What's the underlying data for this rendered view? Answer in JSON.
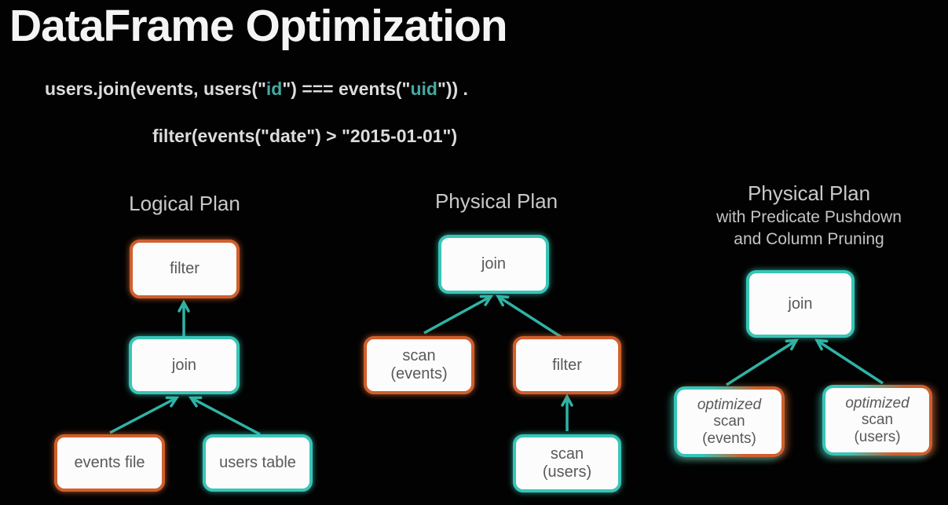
{
  "title": "DataFrame Optimization",
  "code": {
    "line1": {
      "s0": "users.join(events, users(\"",
      "s1": "id",
      "s2": "\") === events(\"",
      "s3": "uid",
      "s4": "\")) ."
    },
    "line2": "filter(events(\"date\") > \"2015-01-01\")"
  },
  "colors": {
    "accent_teal": "#38c5b7",
    "accent_orange": "#d05f2d",
    "arrow_teal": "#2fb3a6"
  },
  "logical_plan": {
    "heading": "Logical Plan",
    "filter": "filter",
    "join": "join",
    "events_file": "events file",
    "users_table": "users table"
  },
  "physical_plan": {
    "heading": "Physical Plan",
    "join": "join",
    "scan_events": {
      "l1": "scan",
      "l2": "(events)"
    },
    "filter": "filter",
    "scan_users": {
      "l1": "scan",
      "l2": "(users)"
    }
  },
  "optimized_plan": {
    "heading": "Physical Plan",
    "subtitle_line1": "with Predicate Pushdown",
    "subtitle_line2": "and Column Pruning",
    "join": "join",
    "scan_events": {
      "l0": "optimized",
      "l1": "scan",
      "l2": "(events)"
    },
    "scan_users": {
      "l0": "optimized",
      "l1": "scan",
      "l2": "(users)"
    }
  }
}
